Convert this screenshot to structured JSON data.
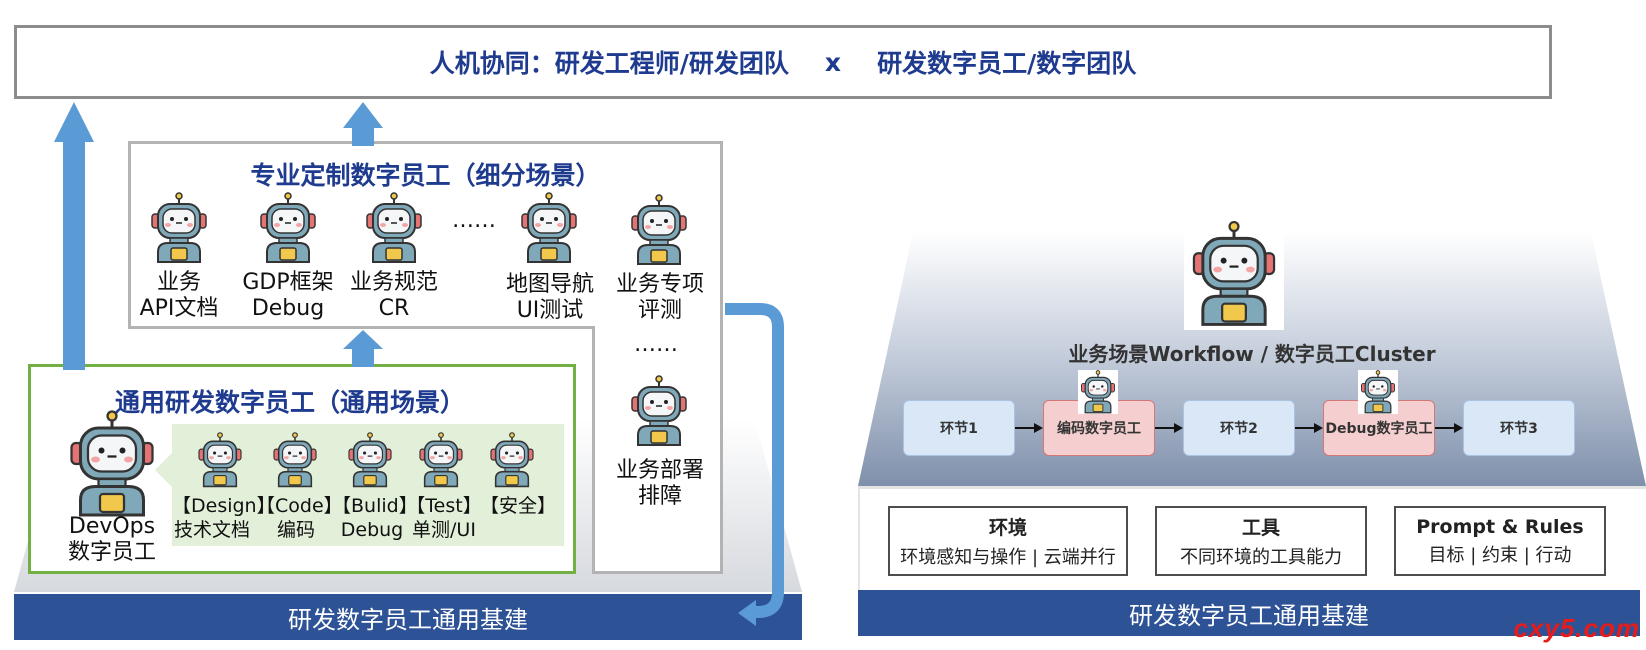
{
  "top_banner": {
    "left": "人机协同：研发工程师/研发团队",
    "cross": "x",
    "right": "研发数字员工/数字团队"
  },
  "specialized": {
    "title": "专业定制数字员工（细分场景）",
    "ellipsis_h": "……",
    "ellipsis_v": "……",
    "agents": [
      {
        "line1": "业务",
        "line2": "API文档"
      },
      {
        "line1": "GDP框架",
        "line2": "Debug"
      },
      {
        "line1": "业务规范",
        "line2": "CR"
      },
      {
        "line1": "地图导航",
        "line2": "UI测试"
      },
      {
        "line1": "业务专项",
        "line2": "评测"
      },
      {
        "line1": "业务部署",
        "line2": "排障"
      }
    ]
  },
  "general": {
    "title": "通用研发数字员工（通用场景）",
    "devops": {
      "line1": "DevOps",
      "line2": "数字员工"
    },
    "agents": [
      {
        "line1": "【Design】",
        "line2": "技术文档"
      },
      {
        "line1": "【Code】",
        "line2": "编码"
      },
      {
        "line1": "【Bulid】",
        "line2": "Debug"
      },
      {
        "line1": "【Test】",
        "line2": "单测/UI"
      },
      {
        "line1": "【安全】",
        "line2": ""
      }
    ]
  },
  "left_base": "研发数字员工通用基建",
  "right": {
    "cluster_label": "业务场景Workflow / 数字员工Cluster",
    "stages": [
      "环节1",
      "编码数字员工",
      "环节2",
      "Debug数字员工",
      "环节3"
    ],
    "capabilities": [
      {
        "title": "环境",
        "sub": "环境感知与操作 | 云端并行"
      },
      {
        "title": "工具",
        "sub": "不同环境的工具能力"
      },
      {
        "title": "Prompt & Rules",
        "sub": "目标 | 约束 | 行动"
      }
    ],
    "base": "研发数字员工通用基建"
  },
  "watermark": "cxy5.com",
  "colors": {
    "title_blue": "#1f3b8f",
    "base_blue": "#2e5296",
    "arrow_blue": "#5b9bd5",
    "green_border": "#72b043",
    "green_fill": "#e3f0d9",
    "pink_stage": "#f5cfcf",
    "blue_stage": "#d9e7f7",
    "watermark_red": "#e81b1b"
  },
  "icons": [
    "robot-icon",
    "up-arrow-icon",
    "curved-arrow-icon",
    "right-arrow-icon"
  ]
}
